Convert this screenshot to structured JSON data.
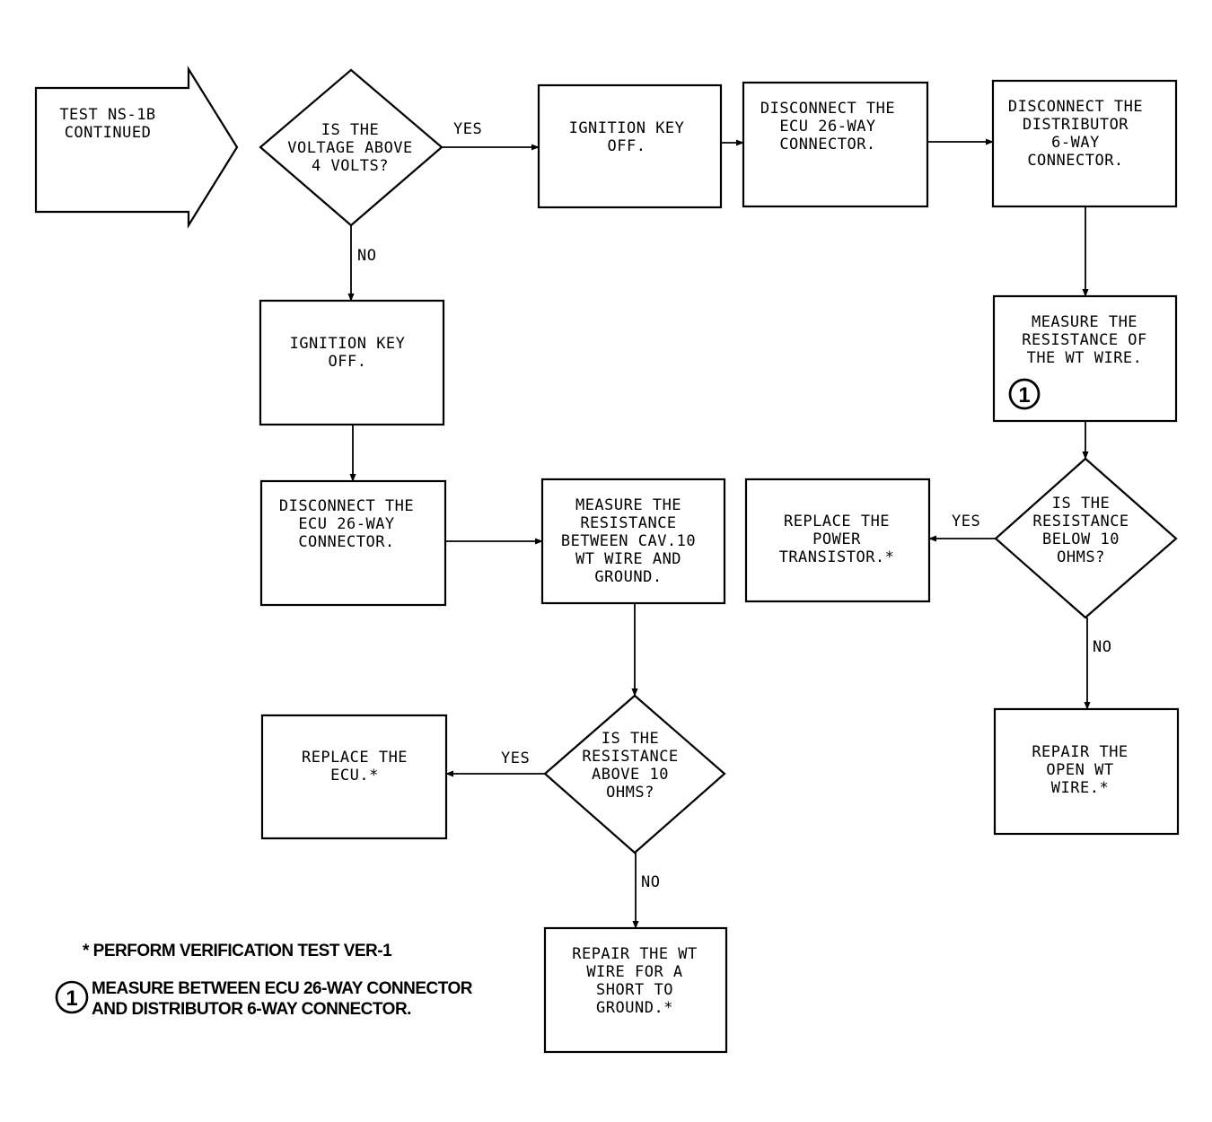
{
  "nodes": {
    "start": [
      "TEST NS-1B",
      "CONTINUED"
    ],
    "d1": [
      "IS THE",
      "VOLTAGE ABOVE",
      "4 VOLTS?"
    ],
    "b_ign1": [
      "IGNITION KEY",
      "OFF."
    ],
    "b_disc_ecu1": [
      "DISCONNECT THE",
      "ECU 26-WAY",
      "CONNECTOR."
    ],
    "b_disc_dist": [
      "DISCONNECT THE",
      "DISTRIBUTOR",
      "6-WAY",
      "CONNECTOR."
    ],
    "b_meas_wt": [
      "MEASURE THE",
      "RESISTANCE OF",
      "THE WT WIRE."
    ],
    "b_ign2": [
      "IGNITION KEY",
      "OFF."
    ],
    "b_disc_ecu2": [
      "DISCONNECT THE",
      "ECU 26-WAY",
      "CONNECTOR."
    ],
    "b_meas_cav": [
      "MEASURE THE",
      "RESISTANCE",
      "BETWEEN CAV.10",
      "WT WIRE AND",
      "GROUND."
    ],
    "b_repl_pt": [
      "REPLACE THE",
      "POWER",
      "TRANSISTOR.*"
    ],
    "d_below": [
      "IS THE",
      "RESISTANCE",
      "BELOW 10",
      "OHMS?"
    ],
    "b_repl_ecu": [
      "REPLACE THE",
      "ECU.*"
    ],
    "d_above": [
      "IS THE",
      "RESISTANCE",
      "ABOVE 10",
      "OHMS?"
    ],
    "b_repair_open": [
      "REPAIR THE",
      "OPEN WT",
      "WIRE.*"
    ],
    "b_repair_short": [
      "REPAIR THE WT",
      "WIRE FOR A",
      "SHORT TO",
      "GROUND.*"
    ]
  },
  "edge_labels": {
    "d1_yes": "YES",
    "d1_no": "NO",
    "d_below_yes": "YES",
    "d_below_no": "NO",
    "d_above_yes": "YES",
    "d_above_no": "NO"
  },
  "callout_number": "1",
  "notes": {
    "verification": "* PERFORM VERIFICATION TEST VER-1",
    "measure_line1": "MEASURE BETWEEN ECU 26-WAY CONNECTOR",
    "measure_line2": "AND DISTRIBUTOR 6-WAY CONNECTOR."
  }
}
